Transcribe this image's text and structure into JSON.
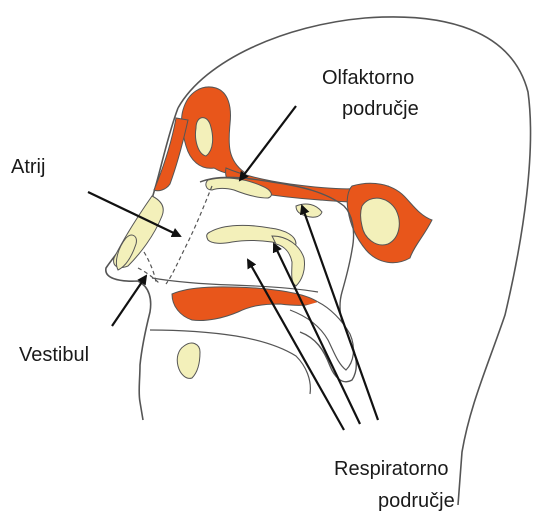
{
  "labels": {
    "olfactory_line1": "Olfaktorno",
    "olfactory_line2": "područje",
    "atrium": "Atrij",
    "vestibule": "Vestibul",
    "respiratory_line1": "Respiratorno",
    "respiratory_line2": "područje"
  },
  "colors": {
    "bone_orange": "#e8561b",
    "cartilage_cream": "#f3f0ba",
    "outline": "#555555",
    "arrow": "#111111"
  }
}
